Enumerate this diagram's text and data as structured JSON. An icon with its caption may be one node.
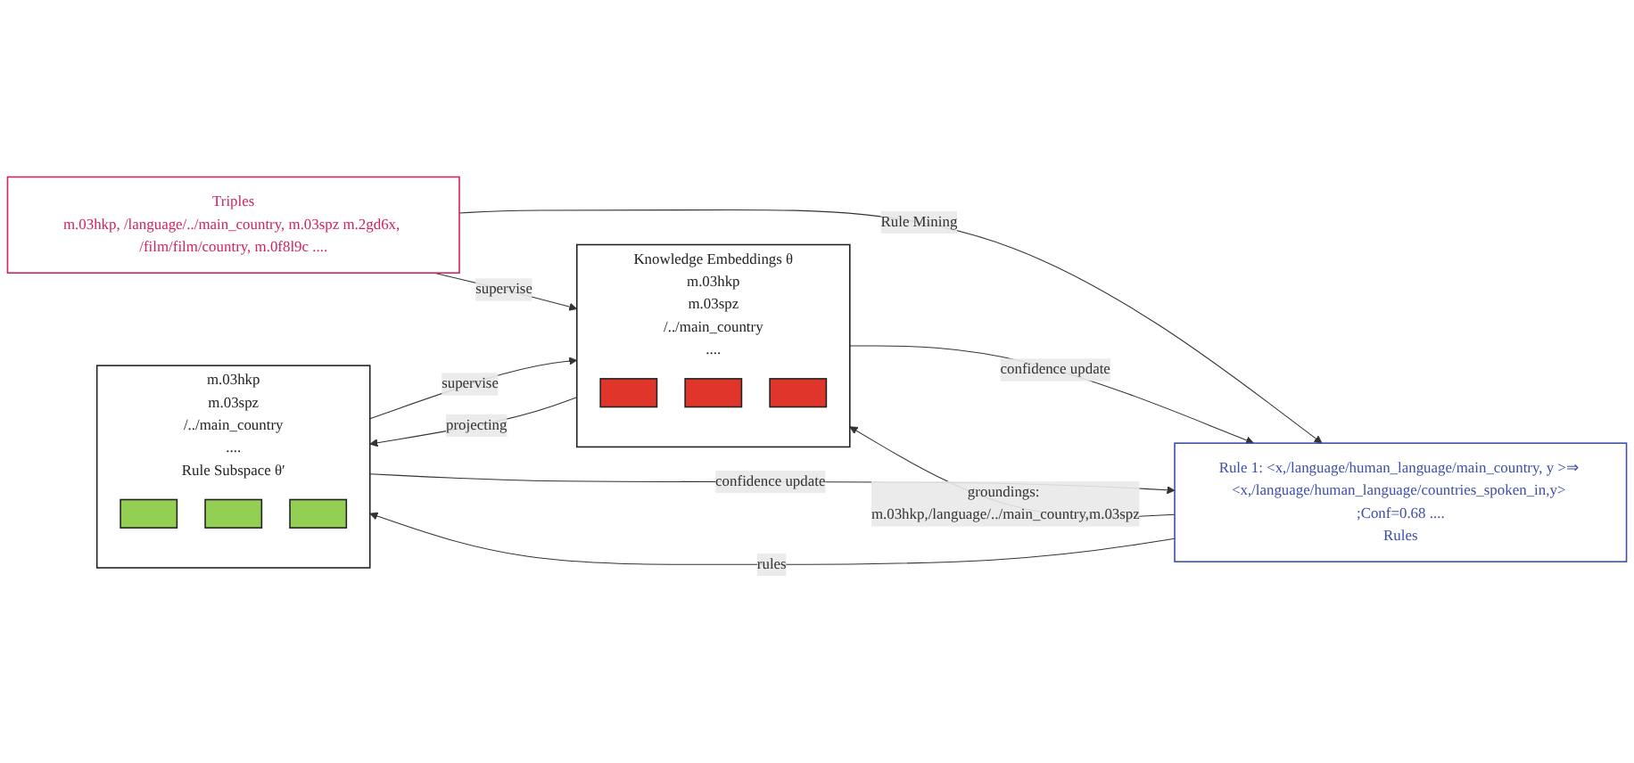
{
  "diagram": {
    "nodes": [
      {
        "text": [
          "Triples",
          "m.03hkp, /language/../main_country, m.03spz m.2gd6x, /film/film/country, m.0f8l9c ...."
        ]
      },
      {
        "text": [
          "Knowledge Embeddings θ",
          "m.03hkp",
          "m.03spz",
          "/../main_country",
          "...."
        ]
      },
      {
        "text": [],
        "shape": "bar",
        "in": 1
      },
      {
        "text": [],
        "shape": "bar",
        "in": 1
      },
      {
        "text": [],
        "shape": "bar",
        "in": 1
      },
      {
        "text": [
          "Rule 1: <x,/language/human_language/main_country, y >⇒ <x,/language/human_language/countries_spoken_in,y> ;Conf=0.68 ....",
          "Rules"
        ]
      },
      {
        "text": [
          "m.03hkp",
          "m.03spz",
          "/../main_country",
          "....",
          "Rule Subspace θ′"
        ]
      },
      {
        "text": [],
        "shape": "bar",
        "in": 6
      },
      {
        "text": [],
        "shape": "bar",
        "in": 6
      },
      {
        "text": [],
        "shape": "bar",
        "in": 6
      }
    ],
    "edges": [
      {
        "from": 0,
        "to": 1,
        "arrow": "to",
        "label": "supervise"
      },
      {
        "from": 0,
        "to": 5,
        "arrow": "to",
        "label": "Rule Mining"
      },
      {
        "from": 5,
        "to": 1,
        "arrow": "to",
        "label": "groundings: m.03hkp,/language/../main_country,m.03spz"
      },
      {
        "from": 1,
        "to": 5,
        "arrow": "to",
        "label": "confidence update"
      },
      {
        "from": 1,
        "to": 6,
        "arrow": "to",
        "label": "projecting"
      },
      {
        "from": 6,
        "to": 1,
        "arrow": "to",
        "label": "supervise"
      },
      {
        "from": 5,
        "to": 6,
        "arrow": "to",
        "label": "rules"
      },
      {
        "from": 6,
        "to": 5,
        "arrow": "to",
        "label": "confidence update"
      }
    ]
  }
}
